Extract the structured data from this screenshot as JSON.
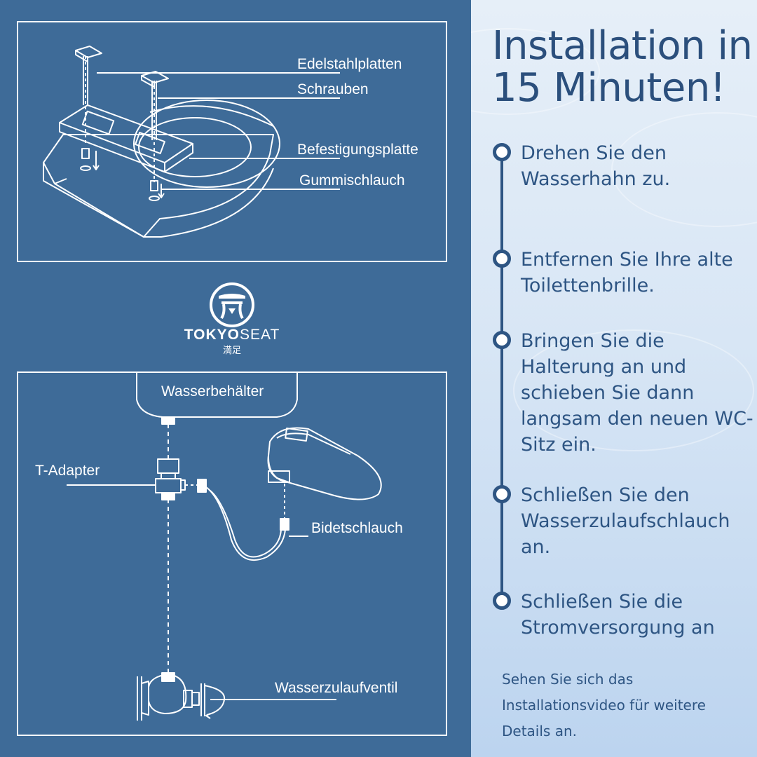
{
  "diagram_top": {
    "labels": [
      "Edelstahlplatten",
      "Schrauben",
      "Befestigungsplatte",
      "Gummischlauch"
    ]
  },
  "brand": {
    "name_bold": "TOKYO",
    "name_light": "SEAT",
    "subtitle": "満足"
  },
  "diagram_bottom": {
    "tank_label": "Wasserbehälter",
    "t_adapter_label": "T-Adapter",
    "hose_label": "Bidetschlauch",
    "valve_label": "Wasserzulaufventil"
  },
  "right": {
    "title_line1": "Installation in",
    "title_line2": "15 Minuten!",
    "steps": [
      "Drehen Sie den Wasserhahn zu.",
      "Entfernen Sie Ihre alte Toilettenbrille.",
      "Bringen Sie die Halterung an und schieben Sie dann langsam den neuen WC-Sitz ein.",
      "Schließen Sie den Wasserzulaufschlauch an.",
      "Schließen Sie die Stromversorgung an"
    ],
    "footnote": "Sehen Sie sich das Installationsvideo für weitere Details an."
  },
  "colors": {
    "left_bg": "#3e6b98",
    "accent_dark": "#2e5583",
    "title": "#2b4f7c"
  }
}
